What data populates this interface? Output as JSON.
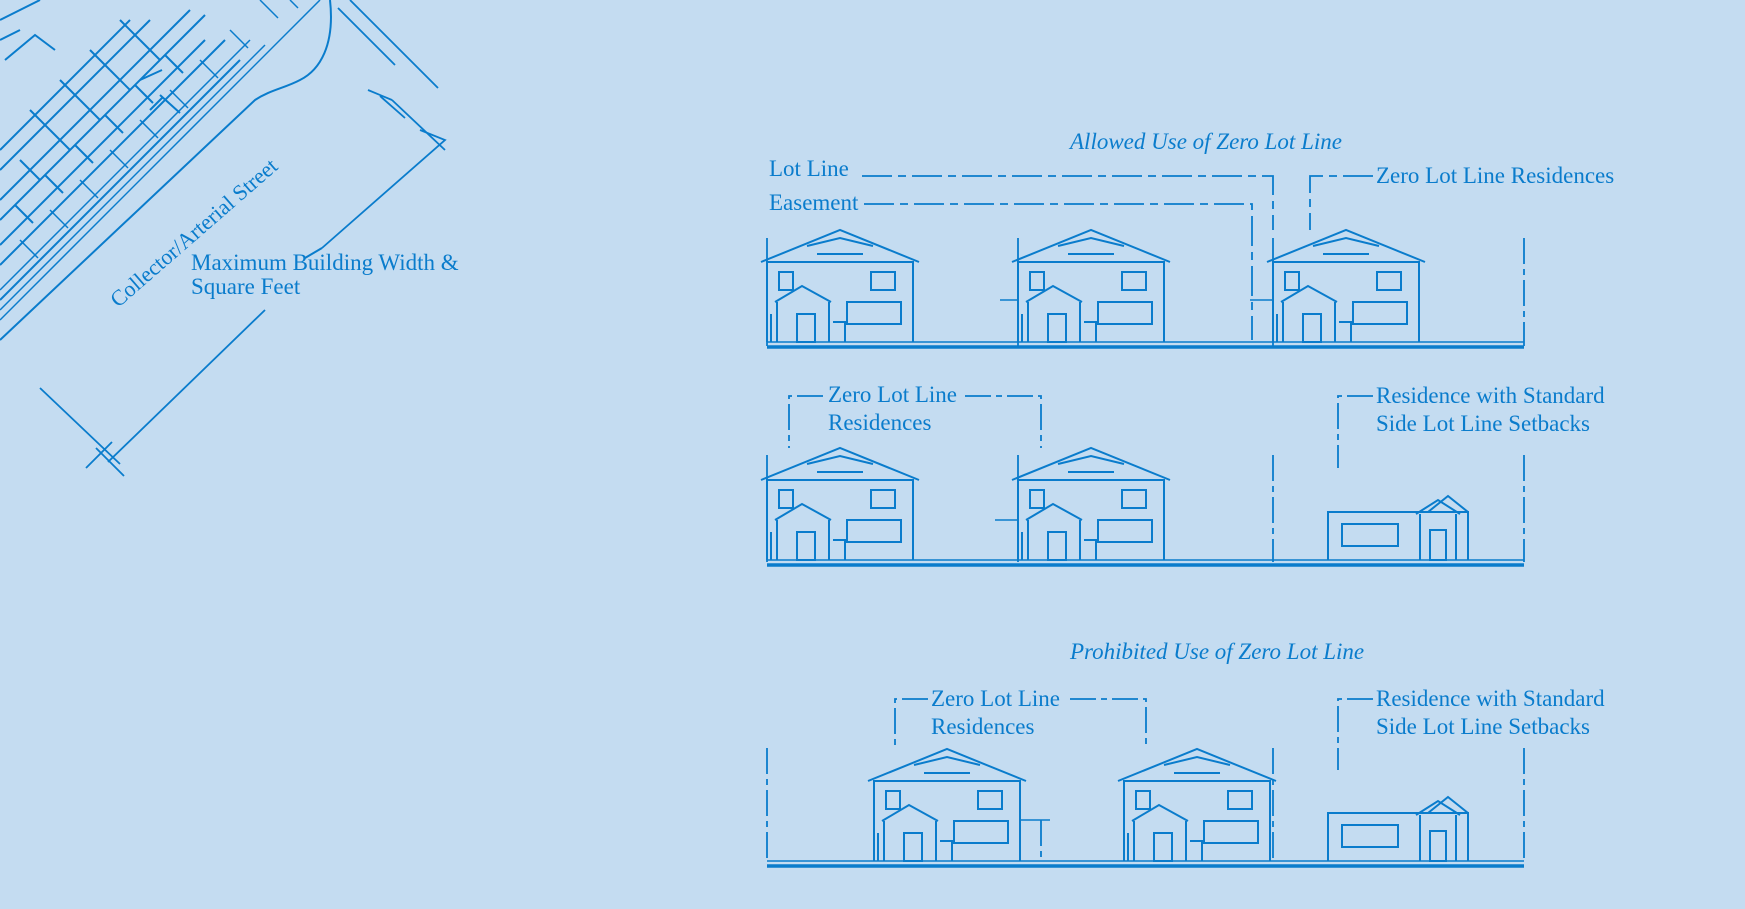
{
  "colors": {
    "background": "#c4dcf1",
    "ink": "#0a7ccc"
  },
  "site_plan": {
    "street_label": "Collector/Arterial Street",
    "callout": {
      "line1": "Maximum Building Width &",
      "line2": "Square Feet"
    }
  },
  "allowed": {
    "title": "Allowed Use of Zero Lot Line",
    "lot_line_label": "Lot Line",
    "easement_label": "Easement",
    "zero_lot_residences_label": "Zero Lot Line Residences"
  },
  "allowed_row2": {
    "zero_lot_label": {
      "line1": "Zero Lot Line",
      "line2": "Residences"
    },
    "standard_label": {
      "line1": "Residence with Standard",
      "line2": "Side Lot Line Setbacks"
    }
  },
  "prohibited": {
    "title": "Prohibited Use of Zero Lot Line",
    "zero_lot_label": {
      "line1": "Zero Lot Line",
      "line2": "Residences"
    },
    "standard_label": {
      "line1": "Residence with Standard",
      "line2": "Side Lot Line Setbacks"
    }
  }
}
